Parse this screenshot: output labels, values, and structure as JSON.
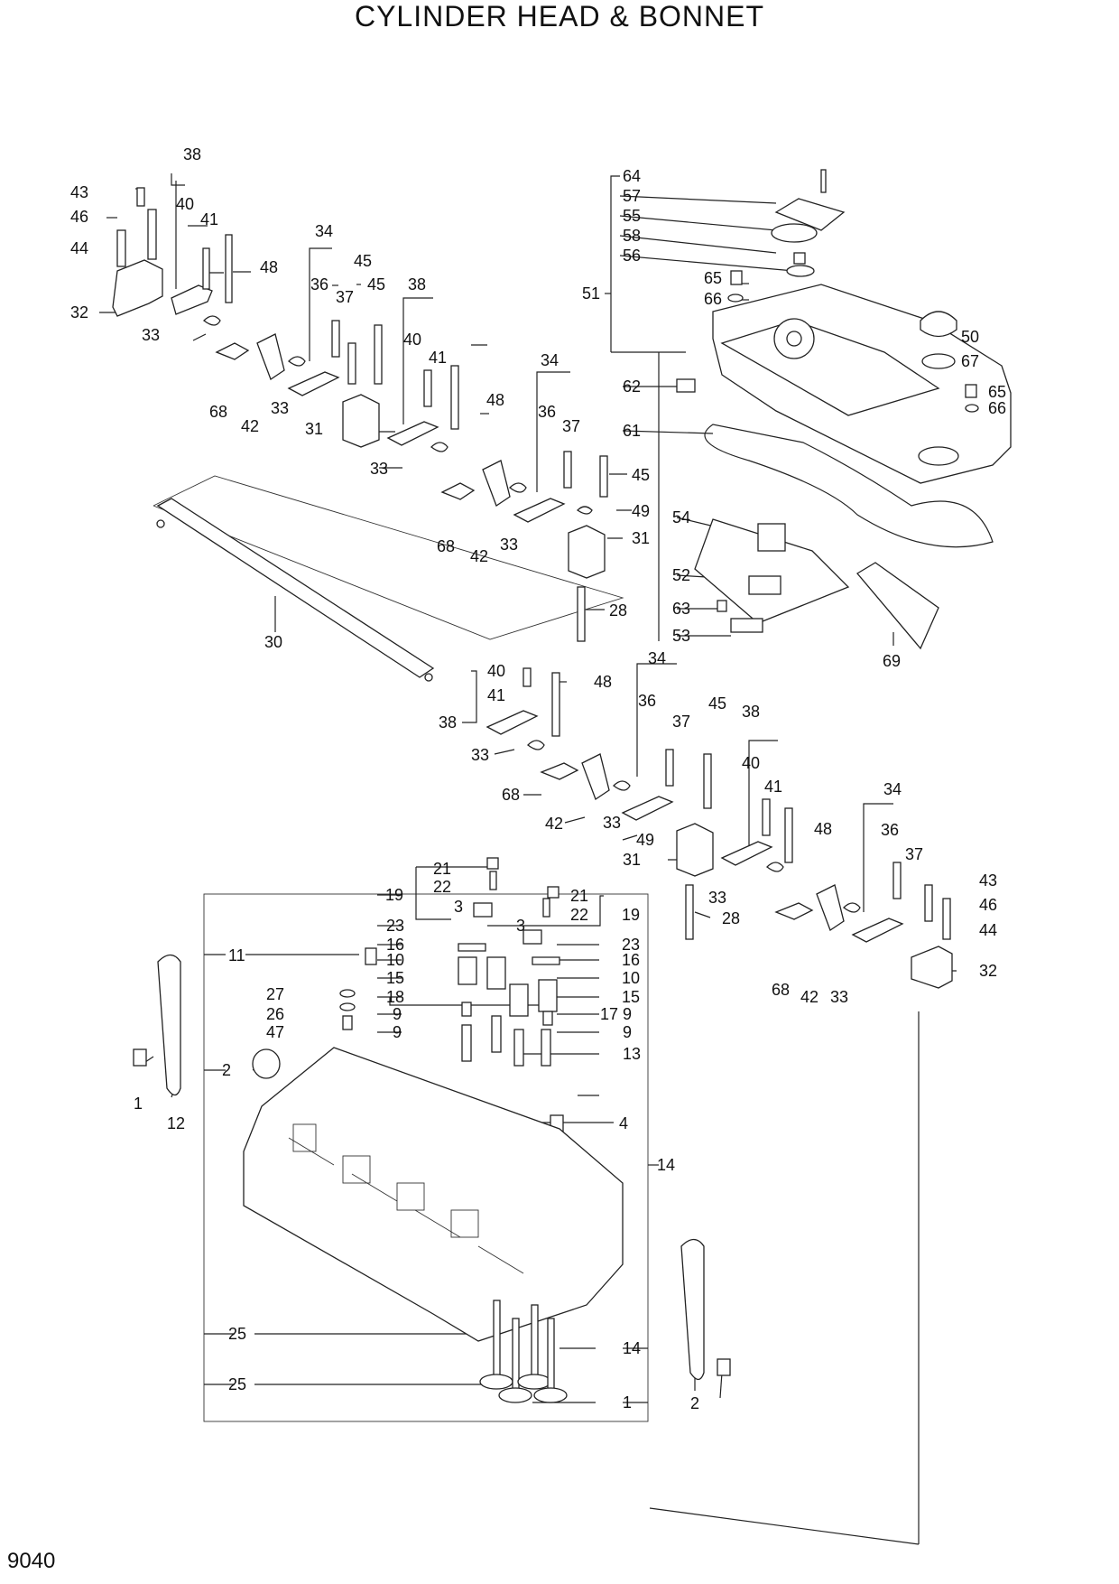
{
  "title": "CYLINDER HEAD & BONNET",
  "page_number": "9040",
  "labels": [
    {
      "id": "l38a",
      "text": "38"
    },
    {
      "id": "l43a",
      "text": "43"
    },
    {
      "id": "l40a",
      "text": "40"
    },
    {
      "id": "l46a",
      "text": "46"
    },
    {
      "id": "l41a",
      "text": "41"
    },
    {
      "id": "l44a",
      "text": "44"
    },
    {
      "id": "l48a",
      "text": "48"
    },
    {
      "id": "l32a",
      "text": "32"
    },
    {
      "id": "l33a",
      "text": "33"
    },
    {
      "id": "l68a",
      "text": "68"
    },
    {
      "id": "l42a",
      "text": "42"
    },
    {
      "id": "l33b",
      "text": "33"
    },
    {
      "id": "l34a",
      "text": "34"
    },
    {
      "id": "l36a",
      "text": "36"
    },
    {
      "id": "l37a",
      "text": "37"
    },
    {
      "id": "l45a",
      "text": "45"
    },
    {
      "id": "l45b",
      "text": "45"
    },
    {
      "id": "l31a",
      "text": "31"
    },
    {
      "id": "l38b",
      "text": "38"
    },
    {
      "id": "l40b",
      "text": "40"
    },
    {
      "id": "l41b",
      "text": "41"
    },
    {
      "id": "l48b",
      "text": "48"
    },
    {
      "id": "l33c",
      "text": "33"
    },
    {
      "id": "l68b",
      "text": "68"
    },
    {
      "id": "l42b",
      "text": "42"
    },
    {
      "id": "l33d",
      "text": "33"
    },
    {
      "id": "l34b",
      "text": "34"
    },
    {
      "id": "l36b",
      "text": "36"
    },
    {
      "id": "l37b",
      "text": "37"
    },
    {
      "id": "l45c",
      "text": "45"
    },
    {
      "id": "l49a",
      "text": "49"
    },
    {
      "id": "l31b",
      "text": "31"
    },
    {
      "id": "l28a",
      "text": "28"
    },
    {
      "id": "l30a",
      "text": "30"
    },
    {
      "id": "l64",
      "text": "64"
    },
    {
      "id": "l57",
      "text": "57"
    },
    {
      "id": "l55",
      "text": "55"
    },
    {
      "id": "l58",
      "text": "58"
    },
    {
      "id": "l56",
      "text": "56"
    },
    {
      "id": "l51",
      "text": "51"
    },
    {
      "id": "l65a",
      "text": "65"
    },
    {
      "id": "l66a",
      "text": "66"
    },
    {
      "id": "l50",
      "text": "50"
    },
    {
      "id": "l67",
      "text": "67"
    },
    {
      "id": "l65b",
      "text": "65"
    },
    {
      "id": "l66b",
      "text": "66"
    },
    {
      "id": "l62",
      "text": "62"
    },
    {
      "id": "l61",
      "text": "61"
    },
    {
      "id": "l54",
      "text": "54"
    },
    {
      "id": "l52",
      "text": "52"
    },
    {
      "id": "l63",
      "text": "63"
    },
    {
      "id": "l53",
      "text": "53"
    },
    {
      "id": "l69",
      "text": "69"
    },
    {
      "id": "l40c",
      "text": "40"
    },
    {
      "id": "l41c",
      "text": "41"
    },
    {
      "id": "l48c",
      "text": "48"
    },
    {
      "id": "l38c",
      "text": "38"
    },
    {
      "id": "l33e",
      "text": "33"
    },
    {
      "id": "l68c",
      "text": "68"
    },
    {
      "id": "l42c",
      "text": "42"
    },
    {
      "id": "l33f",
      "text": "33"
    },
    {
      "id": "l34c",
      "text": "34"
    },
    {
      "id": "l36c",
      "text": "36"
    },
    {
      "id": "l37c",
      "text": "37"
    },
    {
      "id": "l45d",
      "text": "45"
    },
    {
      "id": "l49b",
      "text": "49"
    },
    {
      "id": "l31c",
      "text": "31"
    },
    {
      "id": "l38d",
      "text": "38"
    },
    {
      "id": "l40d",
      "text": "40"
    },
    {
      "id": "l41d",
      "text": "41"
    },
    {
      "id": "l48d",
      "text": "48"
    },
    {
      "id": "l33g",
      "text": "33"
    },
    {
      "id": "l28b",
      "text": "28"
    },
    {
      "id": "l68d",
      "text": "68"
    },
    {
      "id": "l42d",
      "text": "42"
    },
    {
      "id": "l33h",
      "text": "33"
    },
    {
      "id": "l34d",
      "text": "34"
    },
    {
      "id": "l36d",
      "text": "36"
    },
    {
      "id": "l37d",
      "text": "37"
    },
    {
      "id": "l43b",
      "text": "43"
    },
    {
      "id": "l46b",
      "text": "46"
    },
    {
      "id": "l44b",
      "text": "44"
    },
    {
      "id": "l32b",
      "text": "32"
    },
    {
      "id": "l21a",
      "text": "21"
    },
    {
      "id": "l22a",
      "text": "22"
    },
    {
      "id": "l19a",
      "text": "19"
    },
    {
      "id": "l3a",
      "text": "3"
    },
    {
      "id": "l21b",
      "text": "21"
    },
    {
      "id": "l22b",
      "text": "22"
    },
    {
      "id": "l19b",
      "text": "19"
    },
    {
      "id": "l3b",
      "text": "3"
    },
    {
      "id": "l23a",
      "text": "23"
    },
    {
      "id": "l23b",
      "text": "23"
    },
    {
      "id": "l11",
      "text": "11"
    },
    {
      "id": "l16a",
      "text": "16"
    },
    {
      "id": "l16b",
      "text": "16"
    },
    {
      "id": "l10a",
      "text": "10"
    },
    {
      "id": "l10b",
      "text": "10"
    },
    {
      "id": "l15a",
      "text": "15"
    },
    {
      "id": "l15b",
      "text": "15"
    },
    {
      "id": "l27",
      "text": "27"
    },
    {
      "id": "l26",
      "text": "26"
    },
    {
      "id": "l18",
      "text": "18"
    },
    {
      "id": "l17",
      "text": "17"
    },
    {
      "id": "l47",
      "text": "47"
    },
    {
      "id": "l9a",
      "text": "9"
    },
    {
      "id": "l9b",
      "text": "9"
    },
    {
      "id": "l9c",
      "text": "9"
    },
    {
      "id": "l9d",
      "text": "9"
    },
    {
      "id": "l13",
      "text": "13"
    },
    {
      "id": "l2a",
      "text": "2"
    },
    {
      "id": "l1a",
      "text": "1"
    },
    {
      "id": "l12",
      "text": "12"
    },
    {
      "id": "l4",
      "text": "4"
    },
    {
      "id": "l14a",
      "text": "14"
    },
    {
      "id": "l25a",
      "text": "25"
    },
    {
      "id": "l25b",
      "text": "25"
    },
    {
      "id": "l14b",
      "text": "14"
    },
    {
      "id": "l1b",
      "text": "1"
    },
    {
      "id": "l2b",
      "text": "2"
    }
  ]
}
